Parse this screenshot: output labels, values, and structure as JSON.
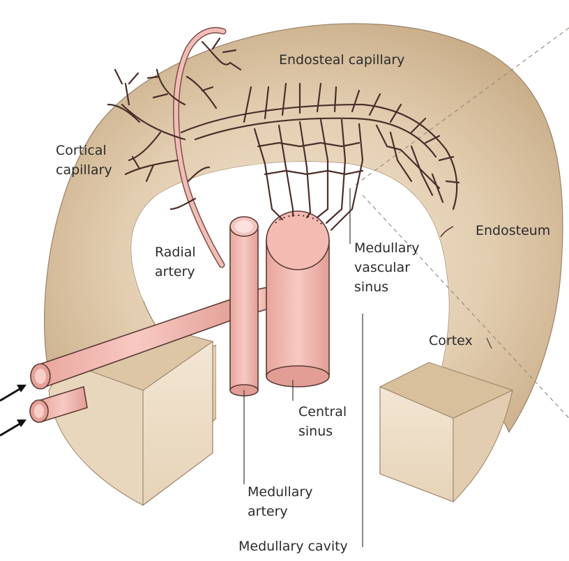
{
  "labels": {
    "endosteal_capillary": "Endosteal capillary",
    "cortical_capillary_1": "Cortical",
    "cortical_capillary_2": "capillary",
    "endosteum": "Endosteum",
    "radial_artery_1": "Radial",
    "radial_artery_2": "artery",
    "medullary_vascular_sinus_1": "Medullary",
    "medullary_vascular_sinus_2": "vascular",
    "medullary_vascular_sinus_3": "sinus",
    "cortex": "Cortex",
    "central_sinus_1": "Central",
    "central_sinus_2": "sinus",
    "medullary_artery_1": "Medullary",
    "medullary_artery_2": "artery",
    "medullary_cavity": "Medullary cavity"
  },
  "colors": {
    "bone": "#d9c3a3",
    "bone_light": "#f0e2cc",
    "bone_dark": "#c9ac85",
    "vessel": "#f2b8b0",
    "vessel_dark": "#d98f86",
    "capillary": "#4a2e2a"
  }
}
